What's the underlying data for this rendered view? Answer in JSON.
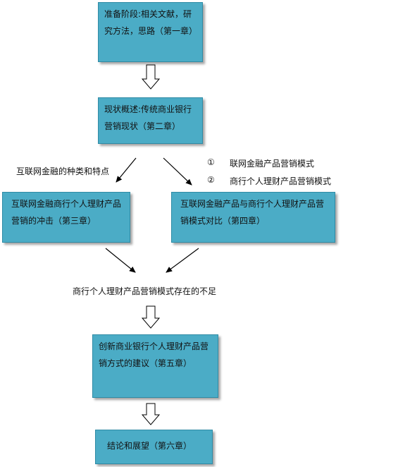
{
  "nodes": {
    "prep": "准备阶段:相关文献，研究方法，思路（第一章）",
    "overview": "现状概述:传统商业银行营销现状（第二章）",
    "impact": "互联网金融商行个人理财产品营销的冲击（第三章）",
    "compare": "互联网金融产品与商行个人理财产品营销模式对比（第四章）",
    "suggest": "创新商业银行个人理财产品营销方式的建议（第五章）",
    "conclusion": "结论和展望（第六章）"
  },
  "labels": {
    "types_features": "互联网金融的种类和特点",
    "shortfall": "商行个人理财产品营销模式存在的不足",
    "mode1_num": "①",
    "mode1": "联网金融产品营销模式",
    "mode2_num": "②",
    "mode2": "商行个人理财产品营销模式"
  },
  "colors": {
    "box_fill": "#4bacc6",
    "box_border": "#2f8ba5"
  }
}
